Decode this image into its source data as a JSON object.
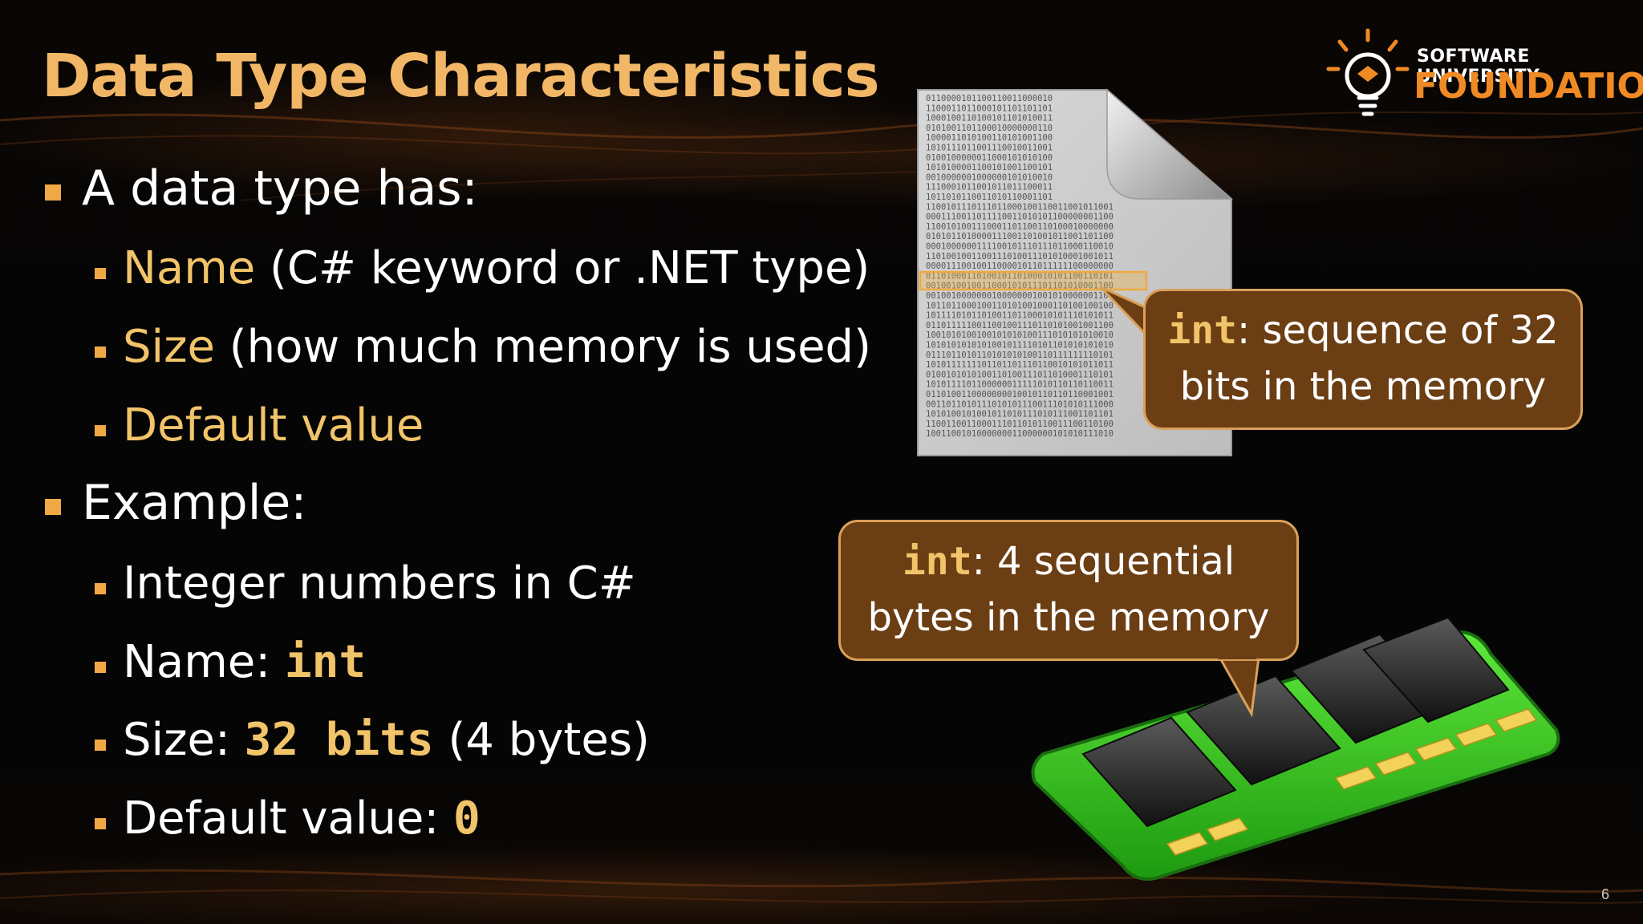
{
  "slide": {
    "title": "Data Type Characteristics",
    "page_number": "6"
  },
  "logo": {
    "line1": "SOFTWARE UNIVERSITY",
    "line2": "FOUNDATION"
  },
  "bullets": {
    "item1": "A data type has:",
    "name_hl": "Name",
    "name_rest": " (C# keyword or .NET type)",
    "size_hl": "Size",
    "size_rest": " (how much memory is used)",
    "default_hl": "Default value",
    "item2": "Example:",
    "ex1": "Integer numbers in C#",
    "ex_name_label": "Name: ",
    "ex_name_code": "int",
    "ex_size_label": "Size: ",
    "ex_size_code": "32 bits",
    "ex_size_rest": " (4 bytes)",
    "ex_default_label": "Default value: ",
    "ex_default_code": "0"
  },
  "callouts": {
    "bits_code": "int",
    "bits_line1_rest": ": sequence of 32",
    "bits_line2": "bits in the memory",
    "bytes_code": "int",
    "bytes_line1_rest": ": 4 sequential",
    "bytes_line2": "bytes in the memory"
  },
  "binary_rows": [
    "0110000101100110011000010",
    "1100011011000101101101101",
    "1000100110100101101010011",
    "0101001101100010000000110",
    "1000011010100110101001100",
    "1010111011001110010011001",
    "0100100000011000101010100",
    "1010100001100101001100101",
    "0010000001000000101010010",
    "1110001011001011011100011",
    "1011010110011010110001101",
    "1100101110111011000100110011001011001",
    "0001110011011110011010101100000001100",
    "1100101001110001101100110100010000000",
    "0101011010000111001101001011001101100",
    "0001000000111100101110111011000110010",
    "1101001001100111010011101010001001011",
    "0000111001001100001011011111100000000",
    "0110100011010010110100010101100110101",
    "0010010010011000101011101101010001100",
    "0010010000000100000001001010000001100",
    "1011011000100110101001000110100100100",
    "1011110101101001101100010101110101011",
    "0110111110011001001110110101001001100",
    "1001010100100101010100111010101010010",
    "1010101010101001011110101101010101010",
    "0111011010110101010100110111111110101",
    "1010111111101101101110110010101011011",
    "0100101010100110100111011010001110101",
    "1010111101100000011111010110110110011",
    "0110100110000000010010110110110001001",
    "0011011010111010101110011101010111000",
    "1010100101001011010111010111001101101",
    "1100110011000111011010110011100110100",
    "1001100101000000011000000101010111010"
  ]
}
